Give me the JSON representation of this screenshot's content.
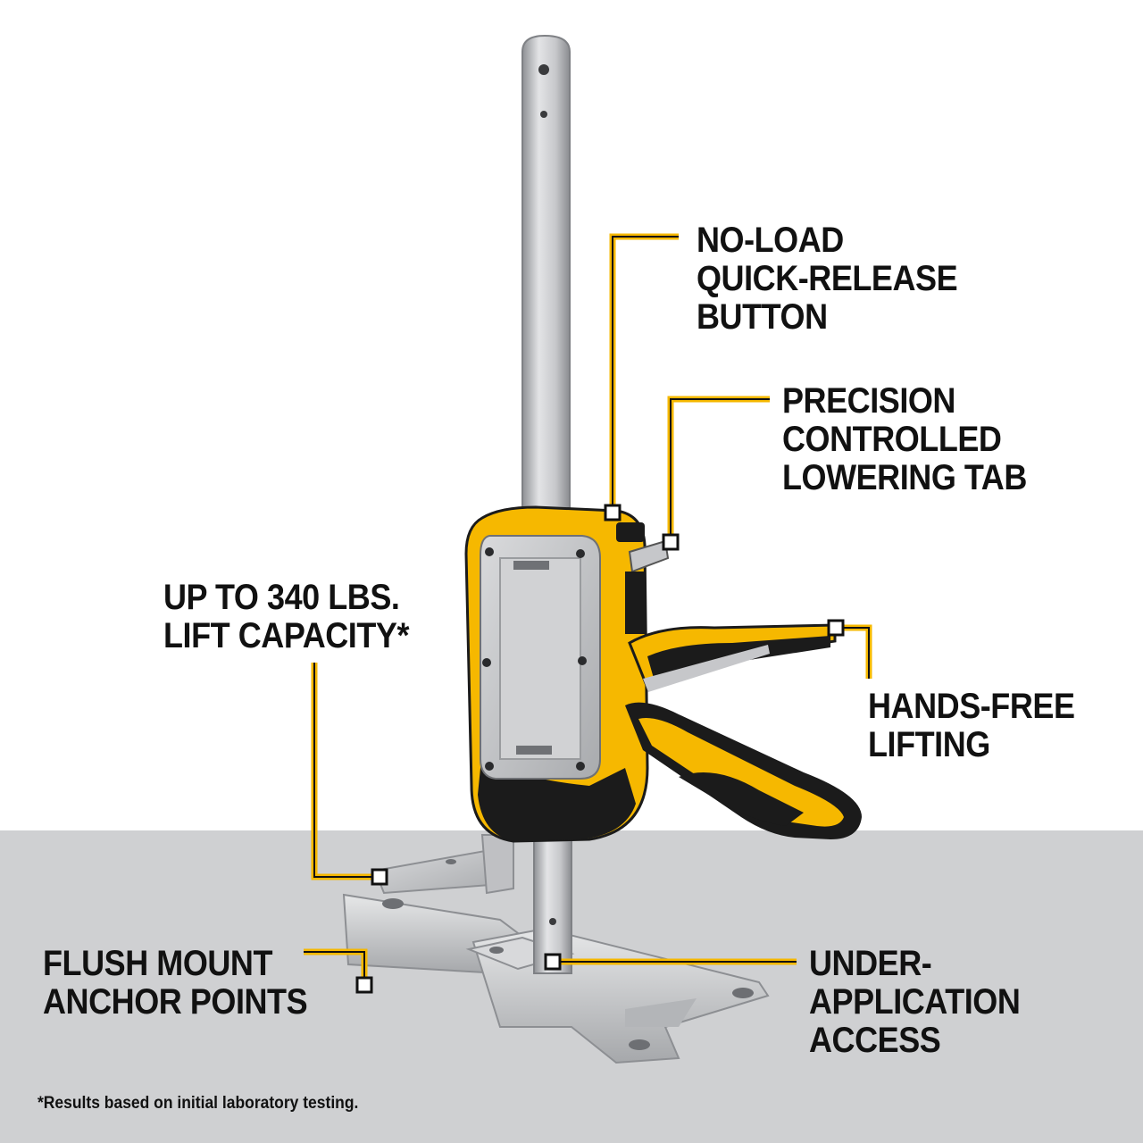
{
  "callouts": {
    "no_load": {
      "lines": [
        "NO-LOAD",
        "QUICK-RELEASE",
        "BUTTON"
      ]
    },
    "precision": {
      "lines": [
        "PRECISION",
        "CONTROLLED",
        "LOWERING TAB"
      ]
    },
    "capacity": {
      "lines": [
        "UP TO 340 LBS.",
        "LIFT CAPACITY*"
      ]
    },
    "hands_free": {
      "lines": [
        "HANDS-FREE",
        "LIFTING"
      ]
    },
    "flush_mount": {
      "lines": [
        "FLUSH MOUNT",
        "ANCHOR POINTS"
      ]
    },
    "under_application": {
      "lines": [
        "UNDER-",
        "APPLICATION",
        "ACCESS"
      ]
    }
  },
  "footnote": "*Results based on initial laboratory testing.",
  "colors": {
    "accent_yellow": "#f6b800",
    "text": "#111111",
    "floor_gray": "#cfd0d2",
    "metal": "#c9cacc",
    "black": "#1b1b1b"
  }
}
